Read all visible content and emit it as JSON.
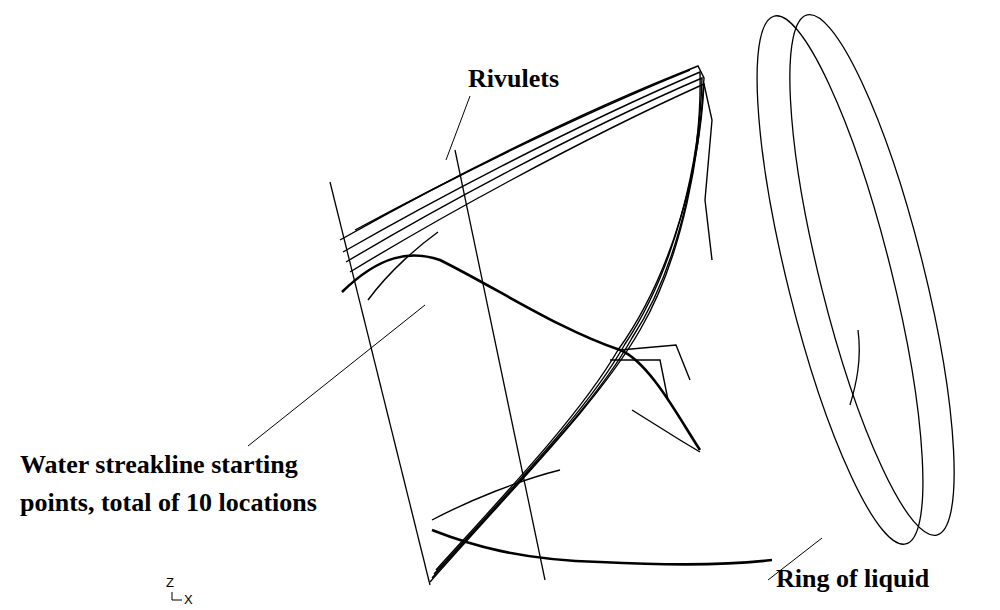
{
  "diagram": {
    "labels": [
      "Rivulets",
      "Water streakline starting points, total of 10 locations",
      "Ring of liquid",
      "Z",
      "X"
    ]
  }
}
